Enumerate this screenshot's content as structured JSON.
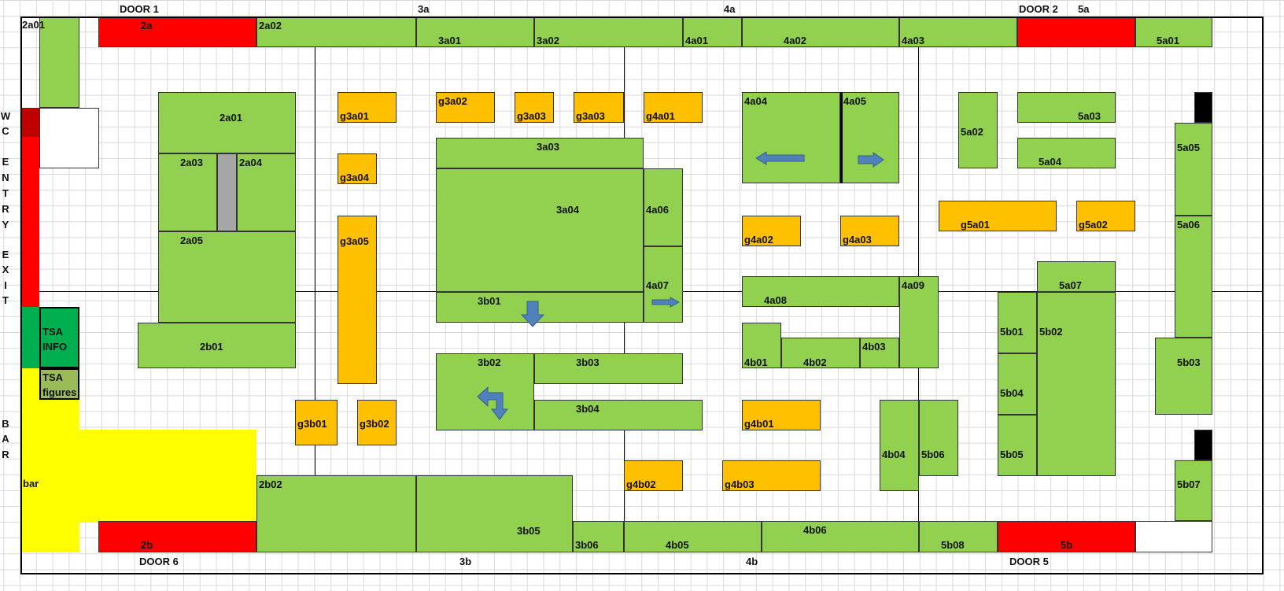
{
  "doors": {
    "door1": "DOOR 1",
    "door2": "DOOR 2",
    "door5": "DOOR 5",
    "door6": "DOOR 6"
  },
  "zones": {
    "z3a": "3a",
    "z4a": "4a",
    "z5a": "5a",
    "z3b": "3b",
    "z4b": "4b"
  },
  "side_letters": {
    "wc": [
      "W",
      "C"
    ],
    "entry": [
      "E",
      "N",
      "T",
      "R",
      "Y"
    ],
    "exit": [
      "E",
      "X",
      "I",
      "T"
    ],
    "bar": [
      "B",
      "A",
      "R"
    ]
  },
  "booths": {
    "b_2a01_top": "2a01",
    "b_2a": "2a",
    "b_2a02": "2a02",
    "b_3a01": "3a01",
    "b_3a02": "3a02",
    "b_4a01": "4a01",
    "b_4a02": "4a02",
    "b_4a03": "4a03",
    "b_5a01": "5a01",
    "b_2a01": "2a01",
    "b_2a03": "2a03",
    "b_2a04": "2a04",
    "b_2a05": "2a05",
    "b_2b01": "2b01",
    "b_3a03": "3a03",
    "b_3a04": "3a04",
    "b_3b01": "3b01",
    "b_4a06": "4a06",
    "b_4a07": "4a07",
    "b_4a04": "4a04",
    "b_4a05": "4a05",
    "b_5a02": "5a02",
    "b_5a03": "5a03",
    "b_5a04": "5a04",
    "b_5a05": "5a05",
    "b_5a06": "5a06",
    "b_5a07": "5a07",
    "b_4a08": "4a08",
    "b_4a09": "4a09",
    "b_4b01": "4b01",
    "b_4b02": "4b02",
    "b_4b03": "4b03",
    "b_5b01": "5b01",
    "b_5b02": "5b02",
    "b_5b03": "5b03",
    "b_5b04": "5b04",
    "b_5b05": "5b05",
    "b_5b06": "5b06",
    "b_4b04": "4b04",
    "b_5b07": "5b07",
    "b_3b02": "3b02",
    "b_3b03": "3b03",
    "b_3b04": "3b04",
    "b_2b02": "2b02",
    "b_3b05": "3b05",
    "b_3b06": "3b06",
    "b_4b05": "4b05",
    "b_4b06": "4b06",
    "b_5b08": "5b08",
    "b_5b": "5b",
    "b_2b": "2b",
    "bar": "bar"
  },
  "galleries": {
    "g3a01": "g3a01",
    "g3a02": "g3a02",
    "g3a03a": "g3a03",
    "g3a03b": "g3a03",
    "g4a01": "g4a01",
    "g3a04": "g3a04",
    "g3a05": "g3a05",
    "g4a02": "g4a02",
    "g4a03": "g4a03",
    "g5a01": "g5a01",
    "g5a02": "g5a02",
    "g3b01": "g3b01",
    "g3b02": "g3b02",
    "g4b01": "g4b01",
    "g4b02": "g4b02",
    "g4b03": "g4b03"
  },
  "tsa": {
    "info_line1": "TSA",
    "info_line2": "INFO",
    "figures_line1": "TSA",
    "figures_line2": "figures"
  },
  "colors": {
    "booth": "#92d050",
    "gallery": "#ffc000",
    "reserved": "#ff0000",
    "wc": "#c00000",
    "tsa_info": "#00b050",
    "tsa_figures": "#9bbb59",
    "bar": "#ffff00",
    "arrow": "#4f81bd"
  },
  "icons": {
    "arrow_left": "arrow-left-icon",
    "arrow_right": "arrow-right-icon",
    "arrow_down": "arrow-down-icon",
    "arrow_uturn": "arrow-uturn-icon"
  }
}
